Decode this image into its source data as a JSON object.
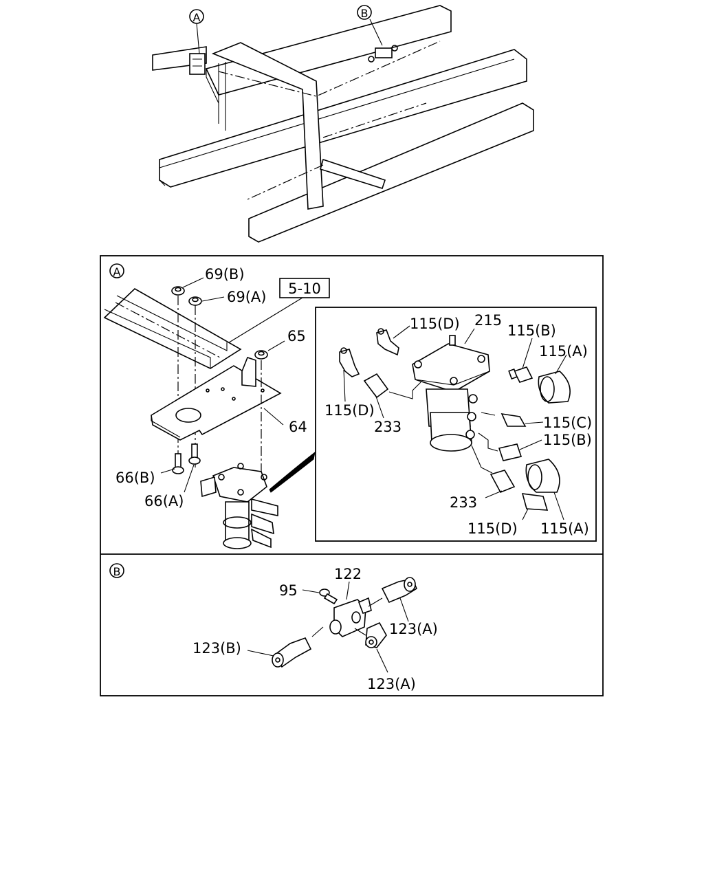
{
  "callouts": {
    "top_a": "A",
    "top_b": "B",
    "section_a": "A",
    "section_b": "B"
  },
  "section_a": {
    "ref_box": "5-10",
    "labels": {
      "p69b": "69(B)",
      "p69a": "69(A)",
      "p65": "65",
      "p64": "64",
      "p66b": "66(B)",
      "p66a": "66(A)"
    },
    "detail_labels": {
      "p215": "215",
      "p115d_top": "115(D)",
      "p115b_top": "115(B)",
      "p115a_top": "115(A)",
      "p115d_left": "115(D)",
      "p233_left": "233",
      "p115c": "115(C)",
      "p115b_mid": "115(B)",
      "p233_bottom": "233",
      "p115d_bottom": "115(D)",
      "p115a_bottom": "115(A)"
    }
  },
  "section_b": {
    "labels": {
      "p95": "95",
      "p122": "122",
      "p123a_right": "123(A)",
      "p123b": "123(B)",
      "p123a_bottom": "123(A)"
    }
  }
}
